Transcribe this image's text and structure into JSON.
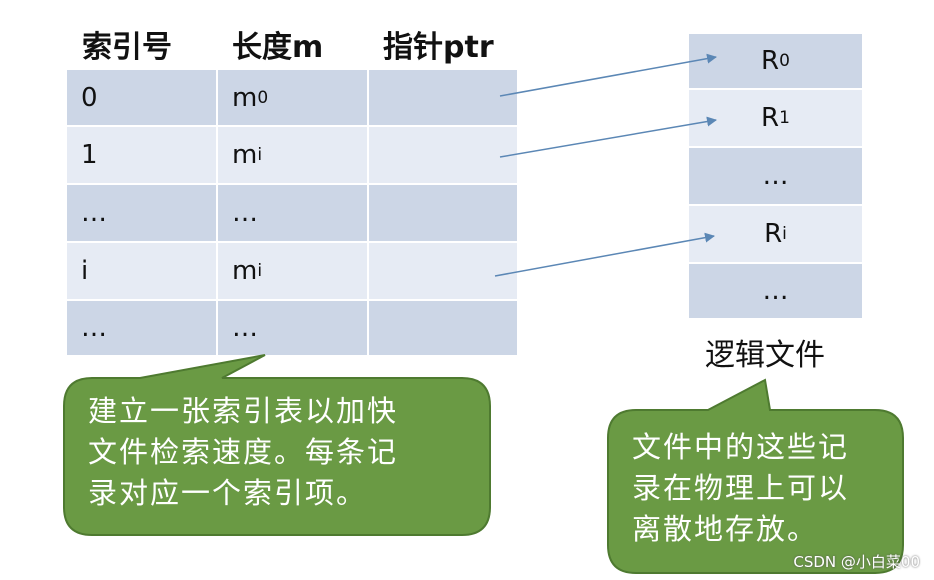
{
  "table": {
    "headers": [
      "索引号",
      "长度m",
      "指针ptr"
    ],
    "rows": [
      {
        "idx": "0",
        "len": "m",
        "len_sub": "0"
      },
      {
        "idx": "1",
        "len": "m",
        "len_sub": "i"
      },
      {
        "idx": "…",
        "len": "…",
        "len_sub": ""
      },
      {
        "idx": "i",
        "len": "m",
        "len_sub": "i"
      },
      {
        "idx": "…",
        "len": "…",
        "len_sub": ""
      }
    ]
  },
  "file": {
    "records": [
      {
        "base": "R",
        "sub": "0"
      },
      {
        "base": "R",
        "sub": "1"
      },
      {
        "base": "…",
        "sub": ""
      },
      {
        "base": "R",
        "sub": "i"
      },
      {
        "base": "…",
        "sub": ""
      }
    ],
    "caption": "逻辑文件"
  },
  "callouts": {
    "left_lines": [
      "建立一张索引表以加快",
      "文件检索速度。每条记",
      "录对应一个索引项。"
    ],
    "right_lines": [
      "文件中的这些记",
      "录在物理上可以",
      "离散地存放。"
    ]
  },
  "colors": {
    "table_dark": "#ccd6e6",
    "table_light": "#e6ebf4",
    "bubble_fill": "#6a9a44",
    "bubble_stroke": "#4e7a30",
    "arrow": "#5b87b5"
  },
  "watermark": "CSDN @小白菜00"
}
